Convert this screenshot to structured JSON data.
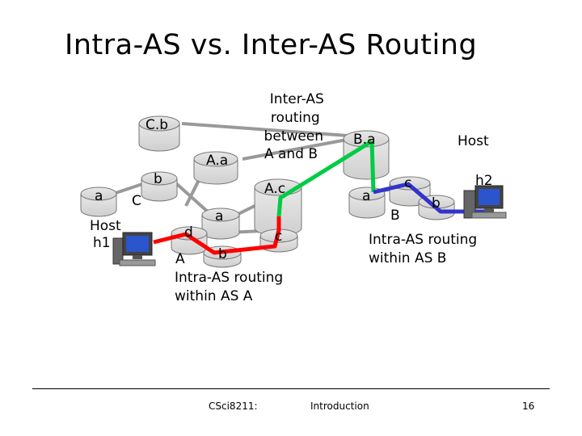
{
  "title": "Intra-AS vs. Inter-AS Routing",
  "routers": {
    "cb": "C.b",
    "ca": "a",
    "cb2": "b",
    "aa": "A.a",
    "ac": "A.c",
    "ad": "d",
    "ab": "b",
    "aa2": "a",
    "ac2": "c",
    "ba": "B.a",
    "ba2": "a",
    "bc": "c",
    "bb": "b"
  },
  "as_labels": {
    "c": "C",
    "a": "A",
    "b": "B"
  },
  "hosts": {
    "h1": [
      "Host",
      "h1"
    ],
    "h2": [
      "Host",
      "h2"
    ]
  },
  "annotations": {
    "inter_as": [
      "Inter-AS",
      "routing",
      "between",
      "A and B"
    ],
    "intra_a": [
      "Intra-AS routing",
      "within AS A"
    ],
    "intra_b": [
      "Intra-AS routing",
      "within AS B"
    ]
  },
  "footer": {
    "left": "CSci8211:",
    "center": "Introduction",
    "page": "16"
  },
  "colors": {
    "intra_a_path": "#ff0000",
    "inter_as_path": "#00cc44",
    "intra_b_path": "#3333cc",
    "router_fill": "#c8c8c8",
    "router_link": "#999999"
  }
}
